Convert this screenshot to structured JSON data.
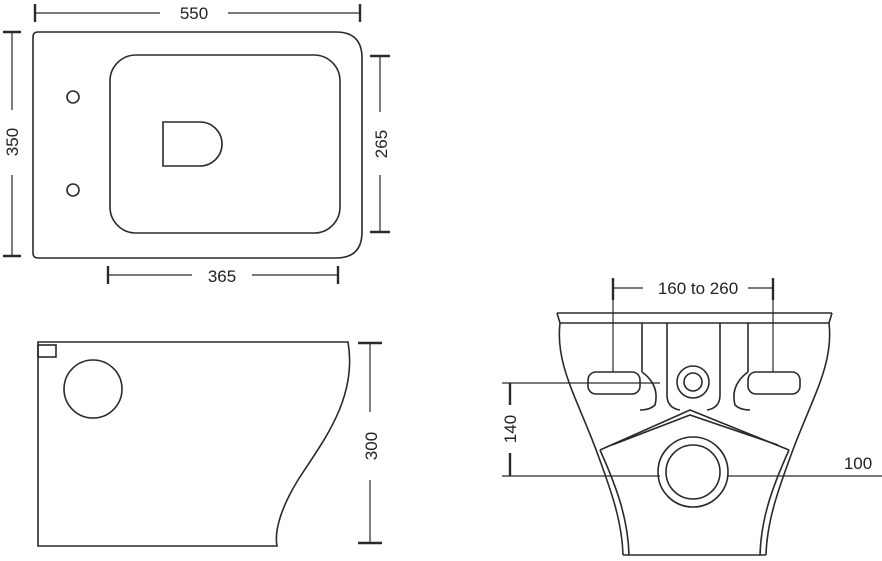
{
  "dimensions": {
    "top_width": "550",
    "top_depth": "350",
    "bowl_depth": "265",
    "bowl_width": "365",
    "side_height": "300",
    "fixing_spacing": "160 to 260",
    "fixing_height": "140",
    "outlet_diameter": "100"
  }
}
